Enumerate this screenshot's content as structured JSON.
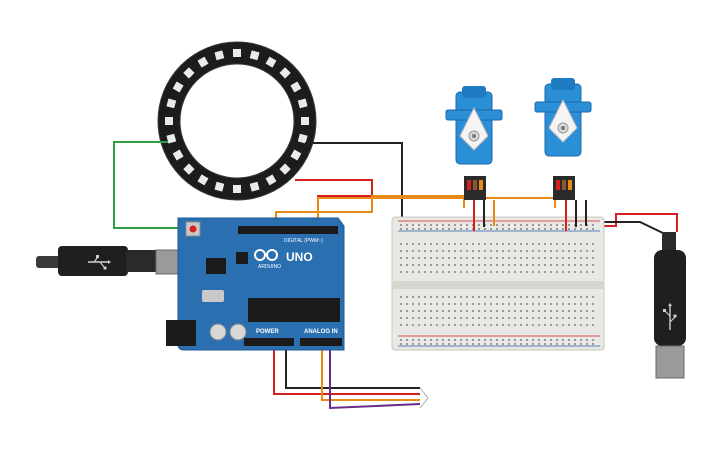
{
  "arduino": {
    "brand": "ARDUINO",
    "model": "UNO",
    "header_digital": "DIGITAL (PWM~)",
    "header_power": "POWER",
    "header_analog": "ANALOG IN"
  },
  "colors": {
    "board": "#2a6fb0",
    "board_dark": "#1d5a94",
    "breadboard": "#e8e8e4",
    "servo": "#2a8fd6",
    "wire_red": "#d62020",
    "wire_black": "#222222",
    "wire_orange": "#e88a18",
    "wire_green": "#2ea043",
    "wire_purple": "#6a2a8a",
    "neopixel_ring": "#1c1c1c",
    "usb": "#8a8a8a"
  },
  "components": [
    "neopixel-ring",
    "arduino-uno",
    "breadboard",
    "servo-motor-1",
    "servo-motor-2",
    "usb-cable-left",
    "usb-plug-right",
    "loose-wire-bundle"
  ],
  "icons": [
    "usb-icon",
    "arduino-logo-icon"
  ]
}
